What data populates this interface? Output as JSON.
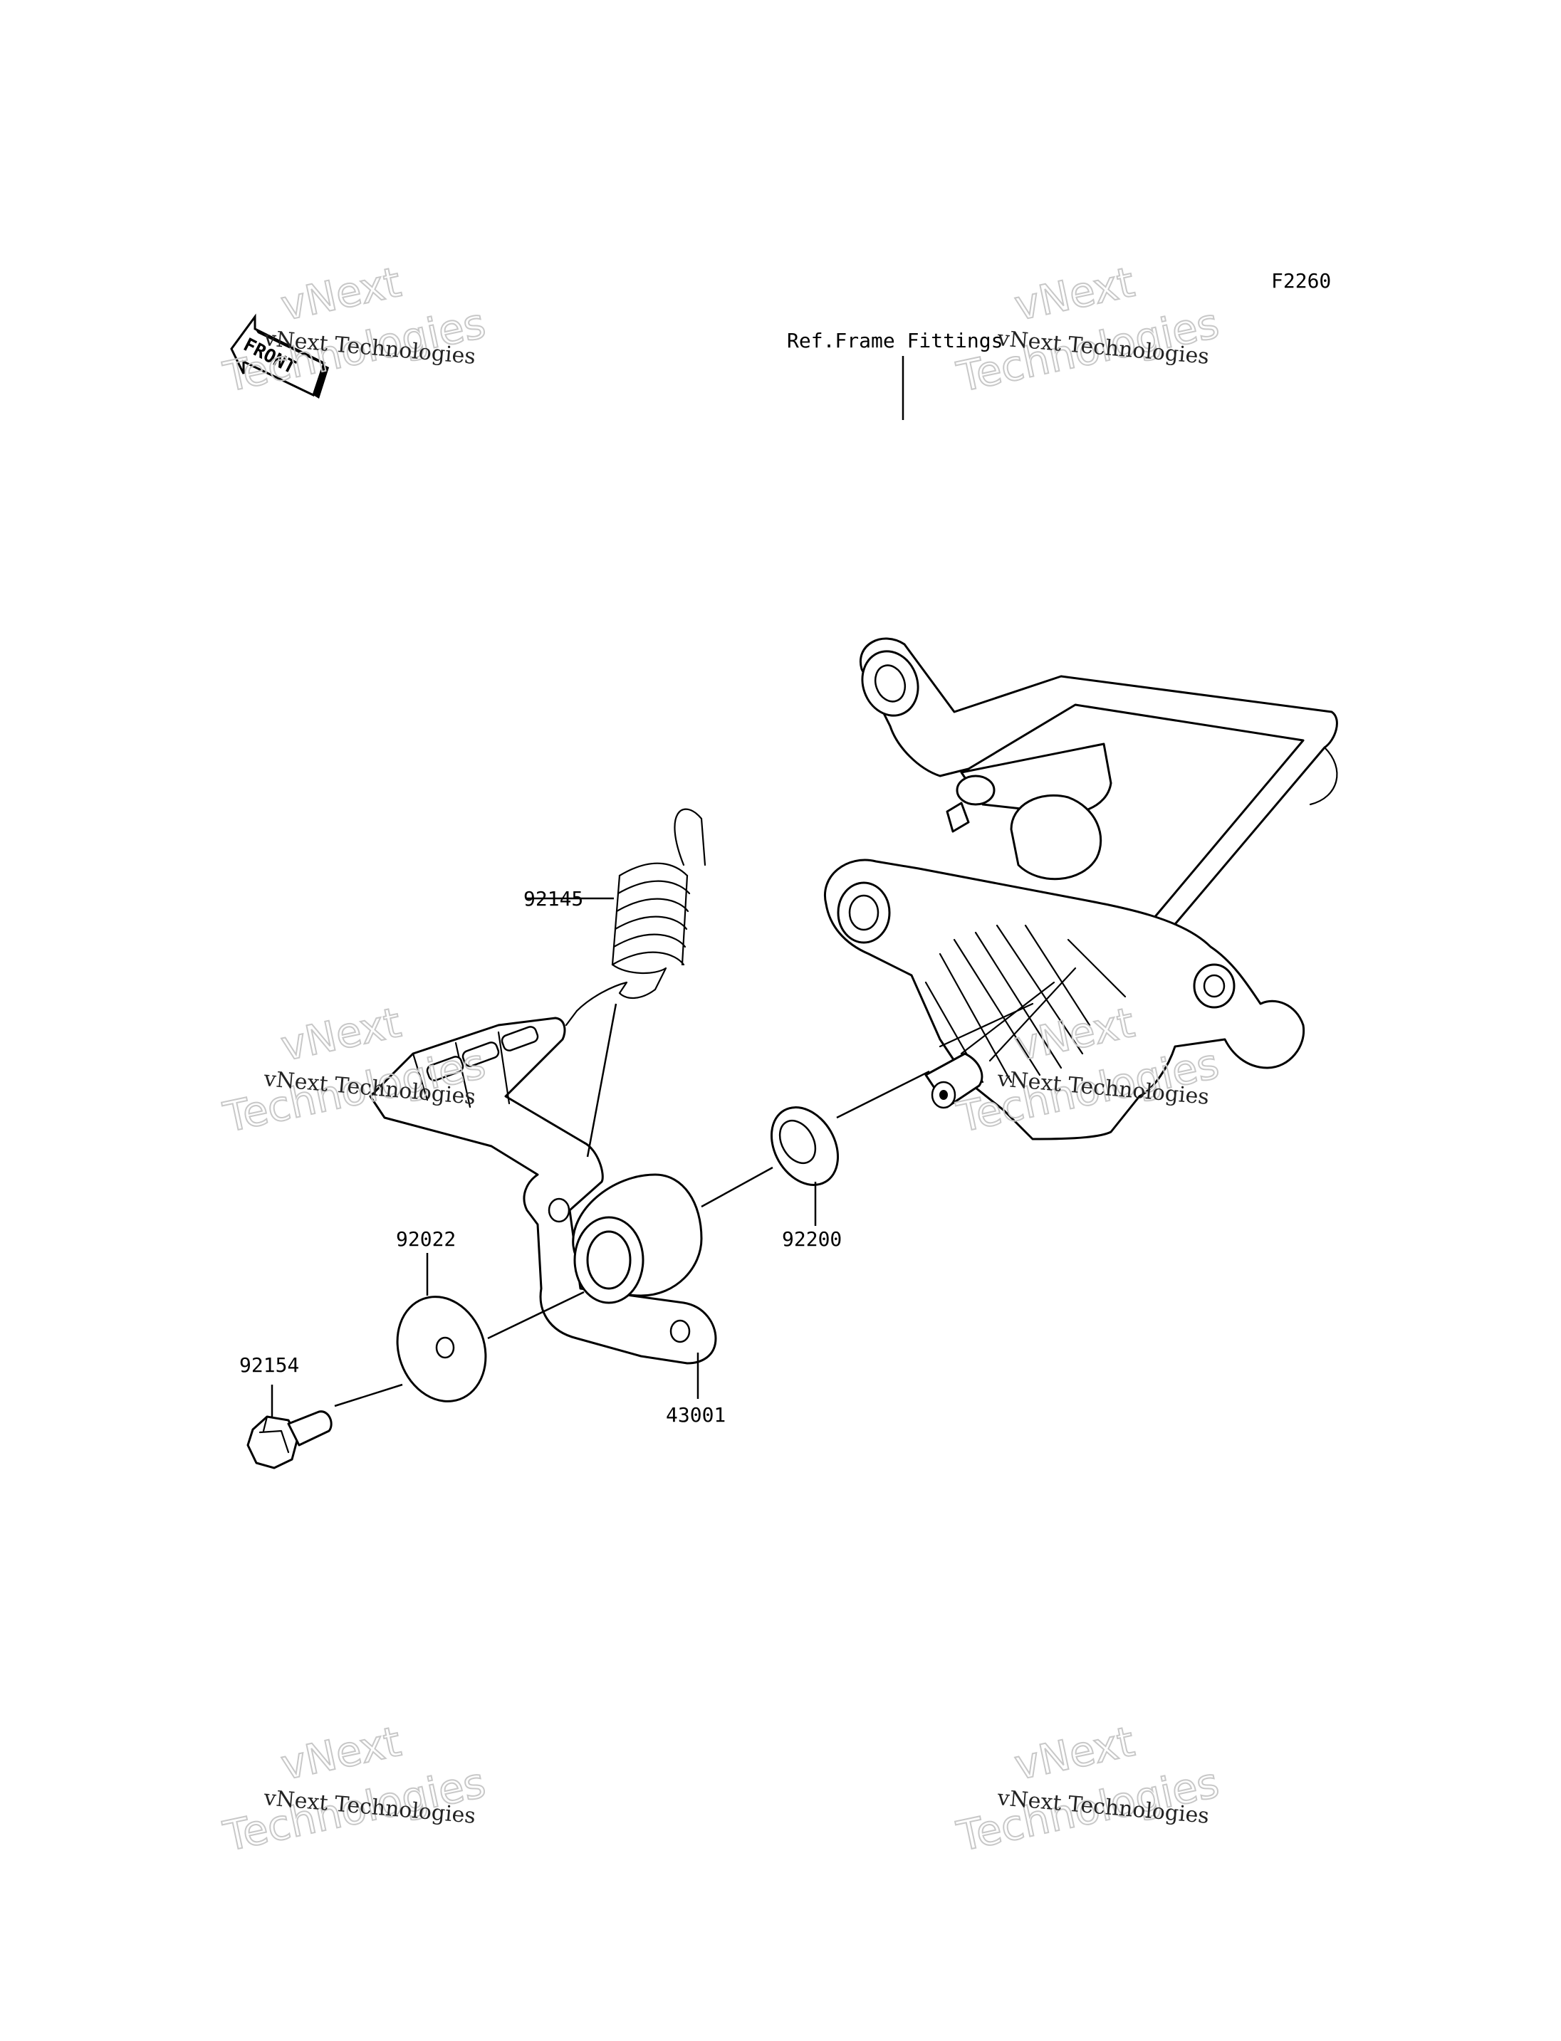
{
  "diagram_code": "F2260",
  "reference_label": "Ref.Frame Fittings",
  "front_arrow_text": "FRONT",
  "parts": [
    {
      "number": "92145"
    },
    {
      "number": "92022"
    },
    {
      "number": "92154"
    },
    {
      "number": "43001"
    },
    {
      "number": "92200"
    }
  ],
  "watermark": {
    "line_small": "vNext Technologies",
    "big_line1": "vNext",
    "big_line2": "Technologies"
  }
}
